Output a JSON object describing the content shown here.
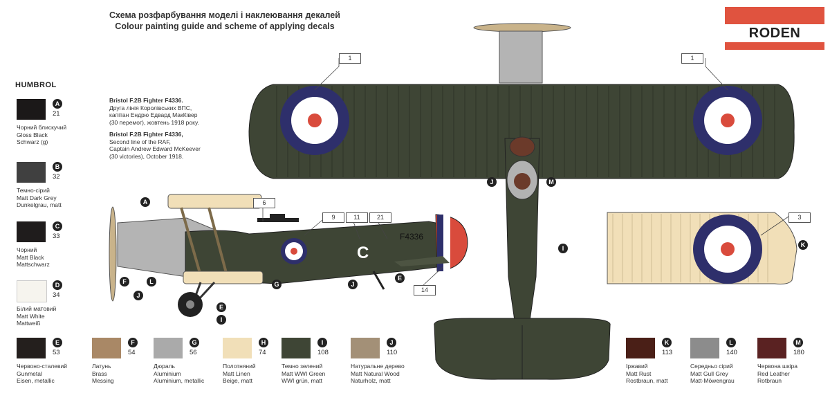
{
  "header": {
    "title_ua": "Схема розфарбування моделі і наклеювання декалей",
    "title_en": "Colour painting guide and scheme of applying decals"
  },
  "logo": {
    "text": "RODEN"
  },
  "paint_brand": "HUMBROL",
  "aircraft_info": {
    "heading_ua": "Bristol F.2B Fighter F4336.",
    "lines_ua": [
      "Друга лінія Королівських ВПС,",
      "капітан Ендрю Едвард МакКівер",
      "(30 перемог), жовтень 1918 року."
    ],
    "heading_en": "Bristol F.2B Fighter F4336,",
    "lines_en": [
      "Second line of the RAF,",
      "Captain Andrew Edward McKeever",
      "(30 victories), October 1918."
    ]
  },
  "paints": [
    {
      "letter": "A",
      "number": "21",
      "color": "#1b1818",
      "names": [
        "Чорний блискучий",
        "Gloss Black",
        "Schwarz (g)"
      ]
    },
    {
      "letter": "B",
      "number": "32",
      "color": "#404040",
      "names": [
        "Темно-сірий",
        "Matt Dark Grey",
        "Dunkelgrau, matt"
      ]
    },
    {
      "letter": "C",
      "number": "33",
      "color": "#1f1c1c",
      "names": [
        "Чорний",
        "Matt Black",
        "Mattschwarz"
      ]
    },
    {
      "letter": "D",
      "number": "34",
      "color": "#f6f4ee",
      "names": [
        "Білий матовий",
        "Matt White",
        "Mattweiß"
      ]
    },
    {
      "letter": "E",
      "number": "53",
      "color": "#241f1d",
      "names": [
        "Червоно-сталевий",
        "Gunmetal",
        "Eisen, metallic"
      ]
    },
    {
      "letter": "F",
      "number": "54",
      "color": "#a98866",
      "names": [
        "Латунь",
        "Brass",
        "Messing"
      ]
    },
    {
      "letter": "G",
      "number": "56",
      "color": "#aaaaaa",
      "names": [
        "Дюраль",
        "Aluminium",
        "Aluminium, metallic"
      ]
    },
    {
      "letter": "H",
      "number": "74",
      "color": "#f1dfb8",
      "names": [
        "Полотняний",
        "Matt Linen",
        "Beige, matt"
      ]
    },
    {
      "letter": "I",
      "number": "108",
      "color": "#3e4535",
      "names": [
        "Темно зелений",
        "Matt WWI Green",
        "WWI grün, matt"
      ]
    },
    {
      "letter": "J",
      "number": "110",
      "color": "#a39077",
      "names": [
        "Натуральне дерево",
        "Matt Natural Wood",
        "Naturholz, matt"
      ]
    },
    {
      "letter": "K",
      "number": "113",
      "color": "#4a1f17",
      "names": [
        "Іржавий",
        "Matt Rust",
        "Rostbraun, matt"
      ]
    },
    {
      "letter": "L",
      "number": "140",
      "color": "#8c8c8c",
      "names": [
        "Середньо сірий",
        "Matt Gull Grey",
        "Matt-Möwengrau"
      ]
    },
    {
      "letter": "M",
      "number": "180",
      "color": "#5a2222",
      "names": [
        "Червона шкіра",
        "Red Leather",
        "Rotbraun"
      ]
    }
  ],
  "decal_callouts": [
    "1",
    "1",
    "6",
    "9",
    "11",
    "21",
    "3",
    "14"
  ],
  "part_labels": [
    "A",
    "F",
    "L",
    "J",
    "E",
    "G",
    "E",
    "I",
    "J",
    "J",
    "M",
    "I",
    "K"
  ],
  "fuselage_markings": {
    "serial": "F4336",
    "code": "C"
  },
  "colors": {
    "logo_red": "#e0533f",
    "roundel_blue": "#2e2f6b",
    "roundel_red": "#d94b3c",
    "olive": "#3e4535",
    "linen": "#f1dfb8"
  }
}
